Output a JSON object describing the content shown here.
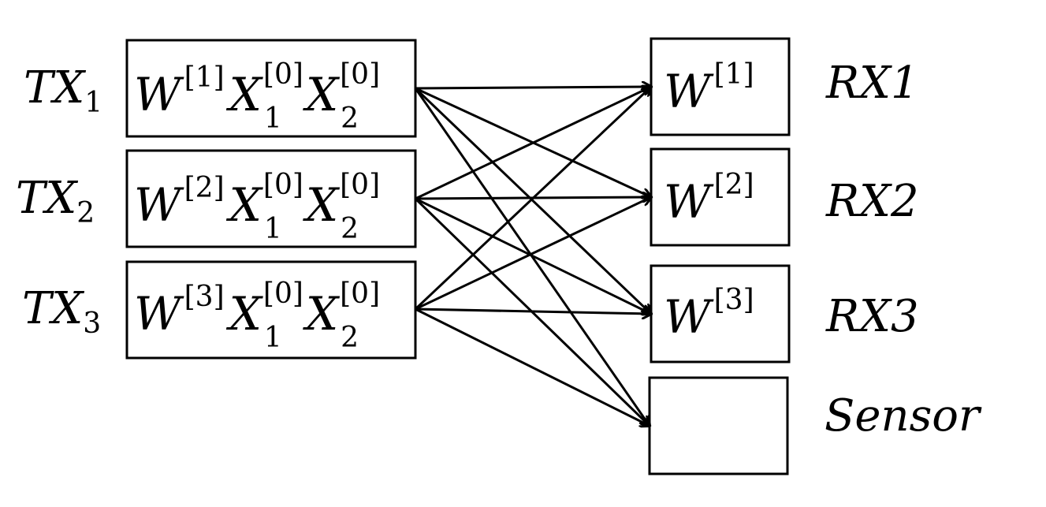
{
  "transmitters": [
    {
      "name": "T",
      "x_letter": "X",
      "index": "1",
      "w_base": "W",
      "w_sup": "[1]",
      "x1_base": "X",
      "x1_sup": "[0]",
      "x1_sub": "1",
      "x2_base": "X",
      "x2_sup": "[0]",
      "x2_sub": "2"
    },
    {
      "name": "T",
      "x_letter": "X",
      "index": "2",
      "w_base": "W",
      "w_sup": "[2]",
      "x1_base": "X",
      "x1_sup": "[0]",
      "x1_sub": "1",
      "x2_base": "X",
      "x2_sup": "[0]",
      "x2_sub": "2"
    },
    {
      "name": "T",
      "x_letter": "X",
      "index": "3",
      "w_base": "W",
      "w_sup": "[3]",
      "x1_base": "X",
      "x1_sup": "[0]",
      "x1_sub": "1",
      "x2_base": "X",
      "x2_sup": "[0]",
      "x2_sub": "2"
    }
  ],
  "receivers": [
    {
      "label": "RX1",
      "w_base": "W",
      "w_sup": "[1]"
    },
    {
      "label": "RX2",
      "w_base": "W",
      "w_sup": "[2]"
    },
    {
      "label": "RX3",
      "w_base": "W",
      "w_sup": "[3]"
    },
    {
      "label": "Sensor",
      "w_base": "",
      "w_sup": ""
    }
  ]
}
